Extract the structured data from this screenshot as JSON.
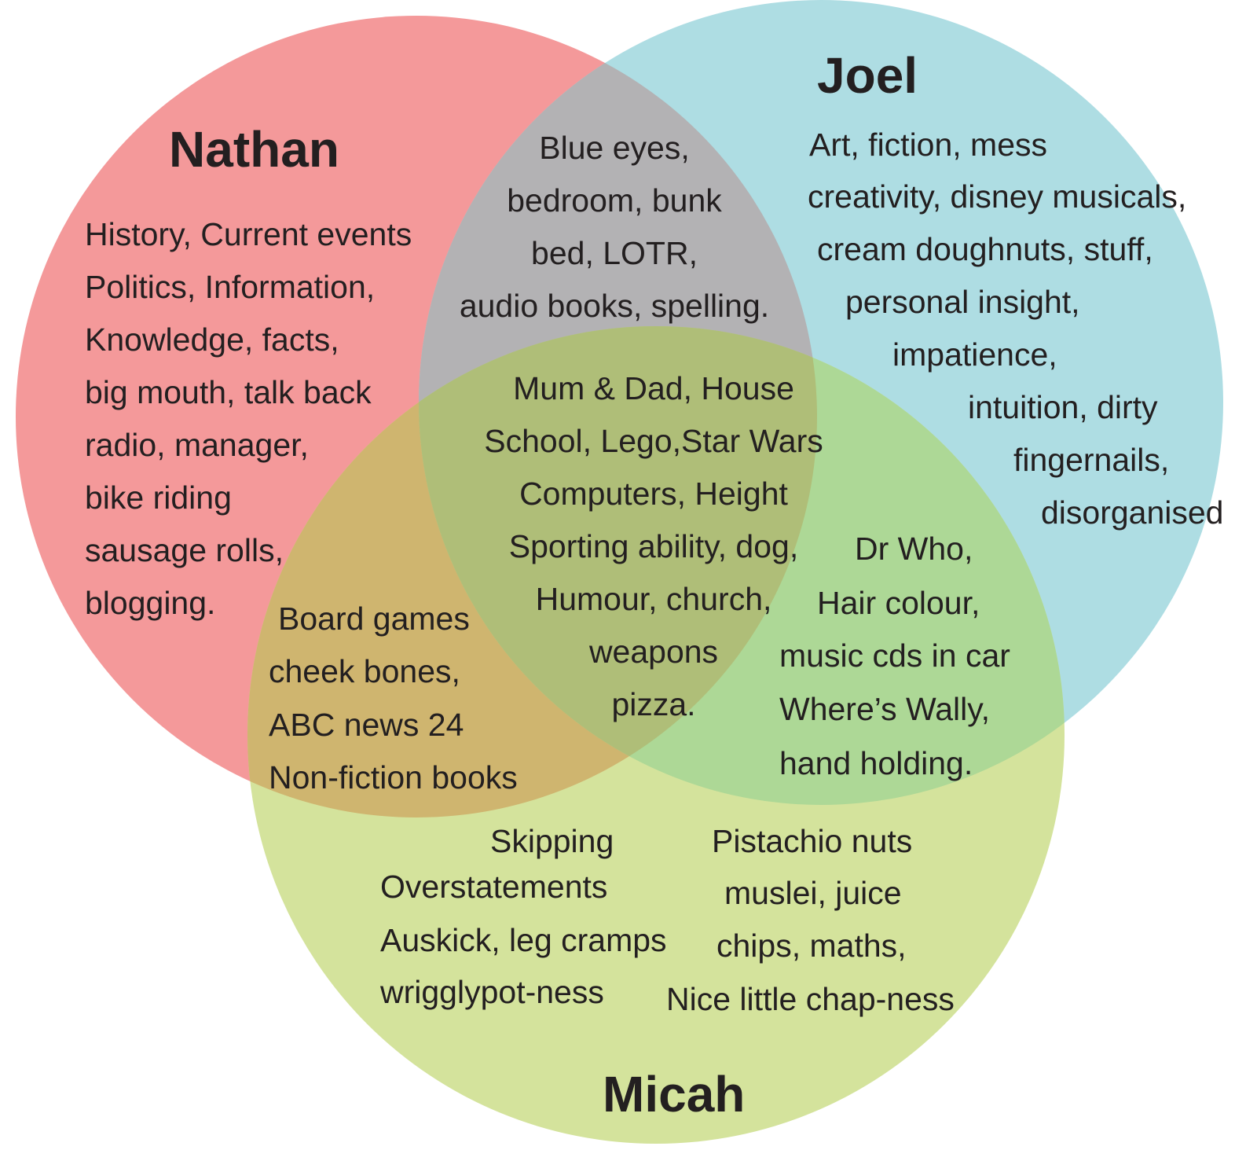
{
  "colors": {
    "nathan": "#f4999a",
    "joel": "#aeddе3",
    "micah": "#d4e39c",
    "nathan_joel": "#b3b2b4",
    "nathan_micah": "#cfb56f",
    "joel_micah": "#add896",
    "all": "#afbe78",
    "text": "#231f20"
  },
  "sets": {
    "nathan": "Nathan",
    "joel": "Joel",
    "micah": "Micah"
  },
  "regions": {
    "nathan_only": [
      "History, Current events",
      "Politics, Information,",
      "Knowledge, facts,",
      "big mouth, talk back",
      "radio, manager,",
      "bike riding",
      "sausage rolls,",
      "blogging."
    ],
    "joel_only": [
      "Art, fiction, mess",
      "creativity, disney musicals,",
      "cream doughnuts, stuff,",
      "personal insight,",
      "impatience,",
      "intuition, dirty",
      "fingernails,",
      "disorganised"
    ],
    "nathan_joel": [
      "Blue eyes,",
      "bedroom, bunk",
      "bed, LOTR,",
      "audio books, spelling."
    ],
    "all_three": [
      "Mum & Dad, House",
      "School, Lego,Star Wars",
      "Computers, Height",
      "Sporting ability, dog,",
      "Humour, church,",
      "weapons",
      "pizza."
    ],
    "joel_micah": [
      "Dr Who,",
      "Hair colour,",
      "music cds in car",
      "Where’s Wally,",
      "hand holding."
    ],
    "nathan_micah": [
      "Board games",
      "cheek bones,",
      "ABC news 24",
      "Non-fiction books"
    ],
    "micah_only_left": [
      "Skipping",
      "Overstatements",
      "Auskick, leg cramps",
      "wrigglypot-ness"
    ],
    "micah_only_right": [
      "Pistachio nuts",
      "muslei, juice",
      "chips, maths,",
      "Nice little chap-ness"
    ]
  }
}
